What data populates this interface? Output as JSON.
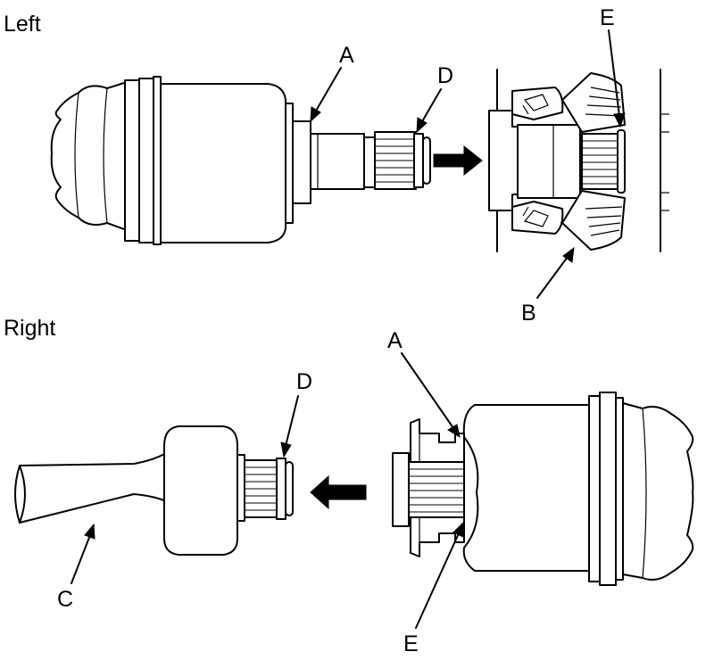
{
  "sections": {
    "left": "Left",
    "right": "Right"
  },
  "callouts": {
    "left_a": "A",
    "left_d": "D",
    "left_e": "E",
    "left_b": "B",
    "right_a": "A",
    "right_d": "D",
    "right_c": "C",
    "right_e": "E"
  },
  "colors": {
    "line": "#000000",
    "background": "#ffffff"
  },
  "icons": {
    "left_direction": "arrow-right-icon",
    "right_direction": "arrow-left-icon"
  }
}
